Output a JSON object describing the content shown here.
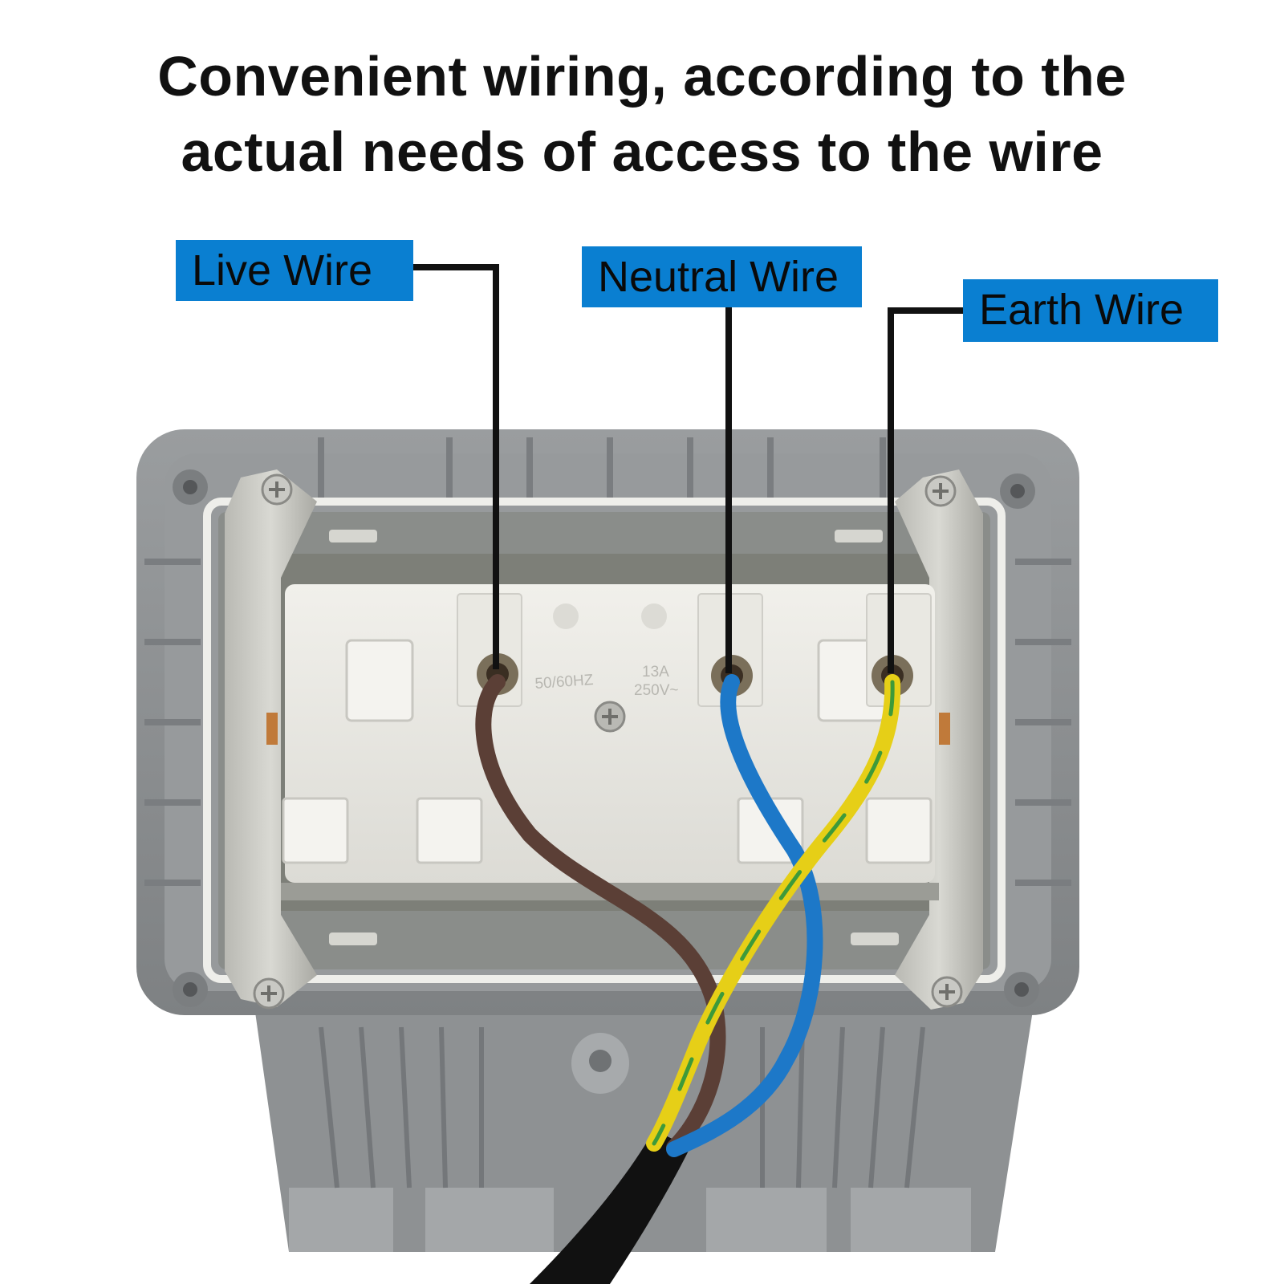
{
  "headline": {
    "line1": "Convenient wiring, according to the",
    "line2": "actual needs of access to the wire"
  },
  "labels": {
    "live": "Live Wire",
    "neutral": "Neutral Wire",
    "earth": "Earth Wire"
  },
  "socket_markings": {
    "frequency": "50/60HZ",
    "current": "13A",
    "voltage": "250V~"
  },
  "colors": {
    "label_background": "#0a7fd1",
    "leader_line": "#111111",
    "live_wire": "#5b3f36",
    "neutral_wire": "#1d78c8",
    "earth_wire_yellow": "#e6cf17",
    "earth_wire_green": "#3d9a3a",
    "enclosure": "#8c8f91",
    "socket_body": "#ecebe6",
    "cable_jacket": "#111111"
  }
}
